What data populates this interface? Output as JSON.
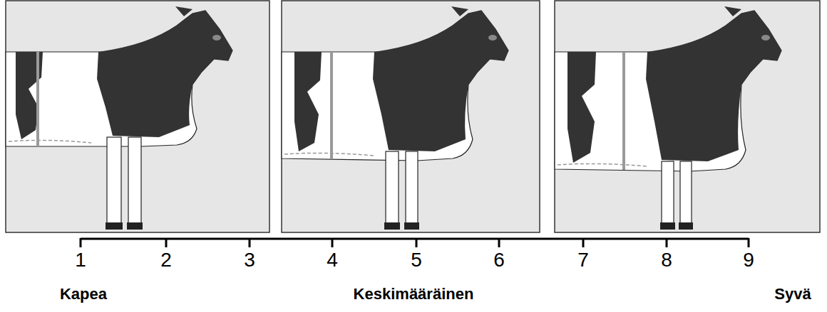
{
  "diagram": {
    "labels": [
      "1",
      "2",
      "3",
      "4",
      "5",
      "6",
      "7",
      "8",
      "9",
      "Kapea",
      "Keskimääräinen",
      "Syvä"
    ]
  }
}
